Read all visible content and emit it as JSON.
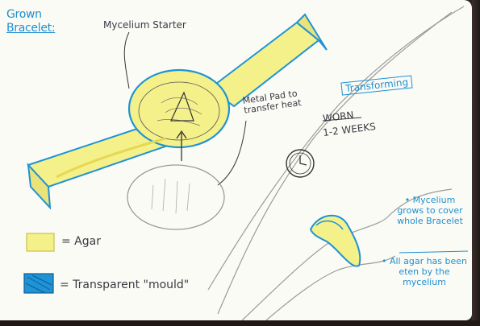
{
  "title": {
    "line1": "Grown",
    "line2": "Bracelet:"
  },
  "labels": {
    "starter": "Mycelium Starter",
    "metal_pad": "Metal Pad to transfer heat",
    "transforming": "Transforming",
    "worn": "WORN",
    "duration": "1-2 WEEKS"
  },
  "notes": {
    "note1": "• Mycelium grows to cover whole Bracelet",
    "note2": "• All agar has been eten by the mycelium"
  },
  "legend": {
    "agar": "= Agar",
    "mould": "= Transparent \"mould\""
  },
  "colors": {
    "agar": "#f4f08a",
    "mould": "#1e93d6",
    "pencil": "#8a8a8a",
    "ink": "#3a3a44"
  },
  "icons": [
    "clock-icon",
    "arrow-icon"
  ]
}
